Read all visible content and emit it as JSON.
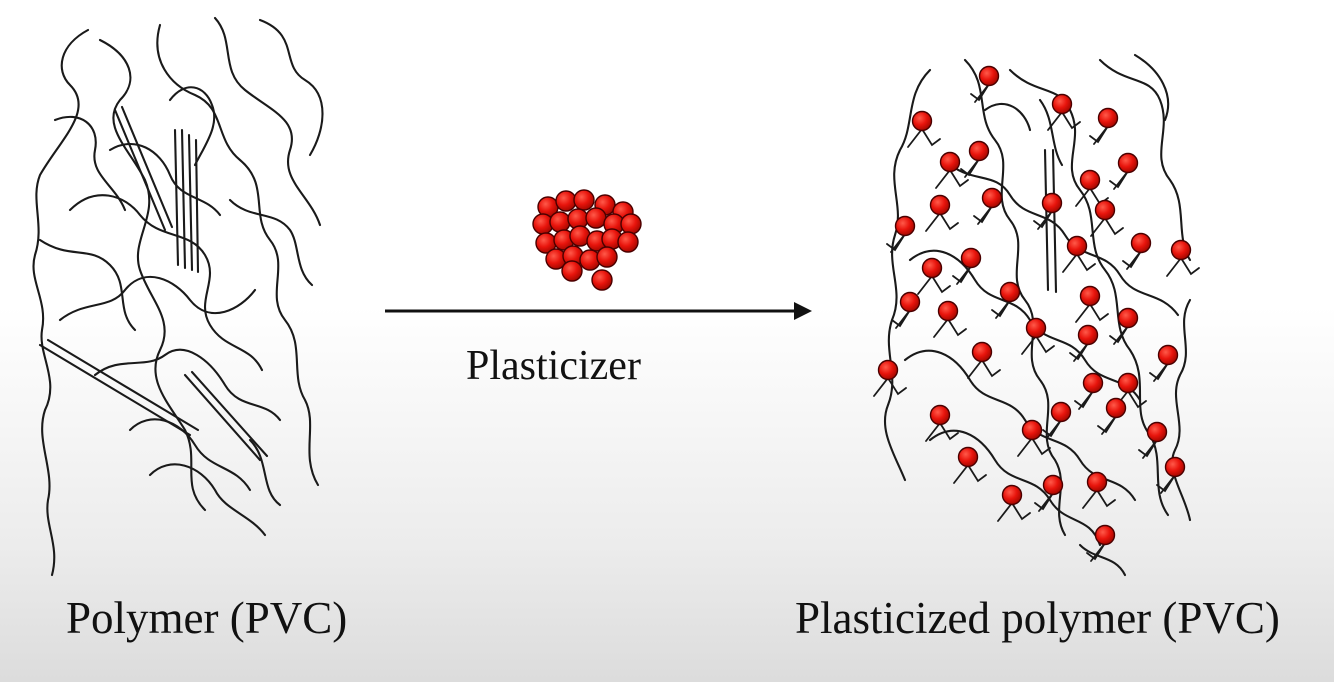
{
  "labels": {
    "left": "Polymer (PVC)",
    "arrow": "Plasticizer",
    "right": "Plasticized polymer (PVC)"
  },
  "colors": {
    "plasticizer": "#e8140c",
    "chain": "#1a1a1a",
    "arrow": "#111111"
  },
  "icons": {
    "arrow": "right-arrow-icon",
    "molecule": "plasticizer-molecule-icon"
  }
}
